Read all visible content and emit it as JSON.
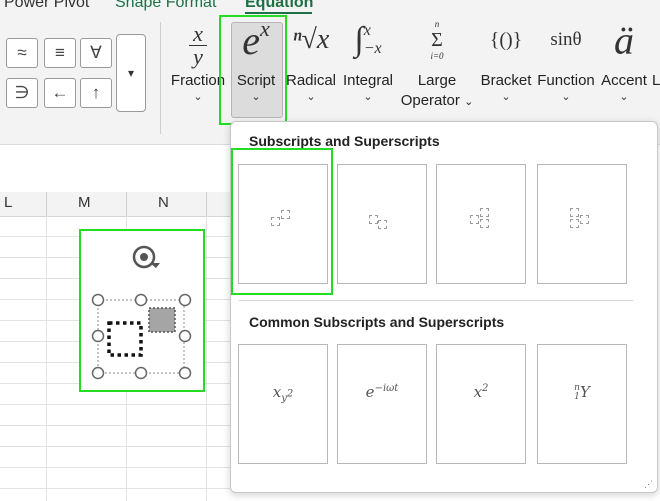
{
  "ribbon_tabs": [
    {
      "label": "Power Pivot"
    },
    {
      "label": "Shape Format"
    },
    {
      "label": "Equation"
    }
  ],
  "symbols": [
    "≈",
    "≡",
    "∀",
    "∋",
    "←",
    "↑"
  ],
  "symbols_more": "▾",
  "structures": [
    {
      "label": "Fraction",
      "icon": "fraction-icon"
    },
    {
      "label": "Script",
      "icon": "script-icon"
    },
    {
      "label": "Radical",
      "icon": "radical-icon"
    },
    {
      "label": "Integral",
      "icon": "integral-icon"
    },
    {
      "label": "Large Operator",
      "line1": "Large",
      "line2": "Operator",
      "icon": "large-operator-icon"
    },
    {
      "label": "Bracket",
      "icon": "bracket-icon"
    },
    {
      "label": "Function",
      "icon": "function-icon"
    },
    {
      "label": "Accent",
      "icon": "accent-icon"
    },
    {
      "label": "L",
      "icon": "limit-icon"
    }
  ],
  "structure_glyphs": {
    "fraction_num": "x",
    "fraction_den": "y",
    "script_base": "e",
    "script_sup": "x",
    "radical": "ⁿ√x",
    "integral_sym": "∫",
    "integral_upper": "x",
    "integral_lower": "−x",
    "operator_top": "n",
    "operator_sym": "Σ",
    "operator_bottom": "i=0",
    "bracket": "{()}",
    "function": "sinθ",
    "accent": "ä"
  },
  "caret": "⌄",
  "columns": [
    "L",
    "M",
    "N"
  ],
  "dropdown": {
    "section1_title": "Subscripts and Superscripts",
    "section2_title": "Common Subscripts and Superscripts",
    "templates": [
      {
        "name": "superscript-template"
      },
      {
        "name": "subscript-template"
      },
      {
        "name": "subsuperscript-template"
      },
      {
        "name": "leftsubsuperscript-template"
      }
    ],
    "common": [
      {
        "base": "x",
        "sub": "y",
        "subsup": "2"
      },
      {
        "base": "e",
        "sup": "−iωt"
      },
      {
        "base": "x",
        "sup": "2"
      },
      {
        "pre_sup": "n",
        "pre_sub": "1",
        "base": "Y"
      }
    ],
    "grip": "⋰"
  },
  "colors": {
    "accent_green": "#1e7145",
    "highlight": "#22dd22",
    "selected_button": "#dcdcdc"
  }
}
